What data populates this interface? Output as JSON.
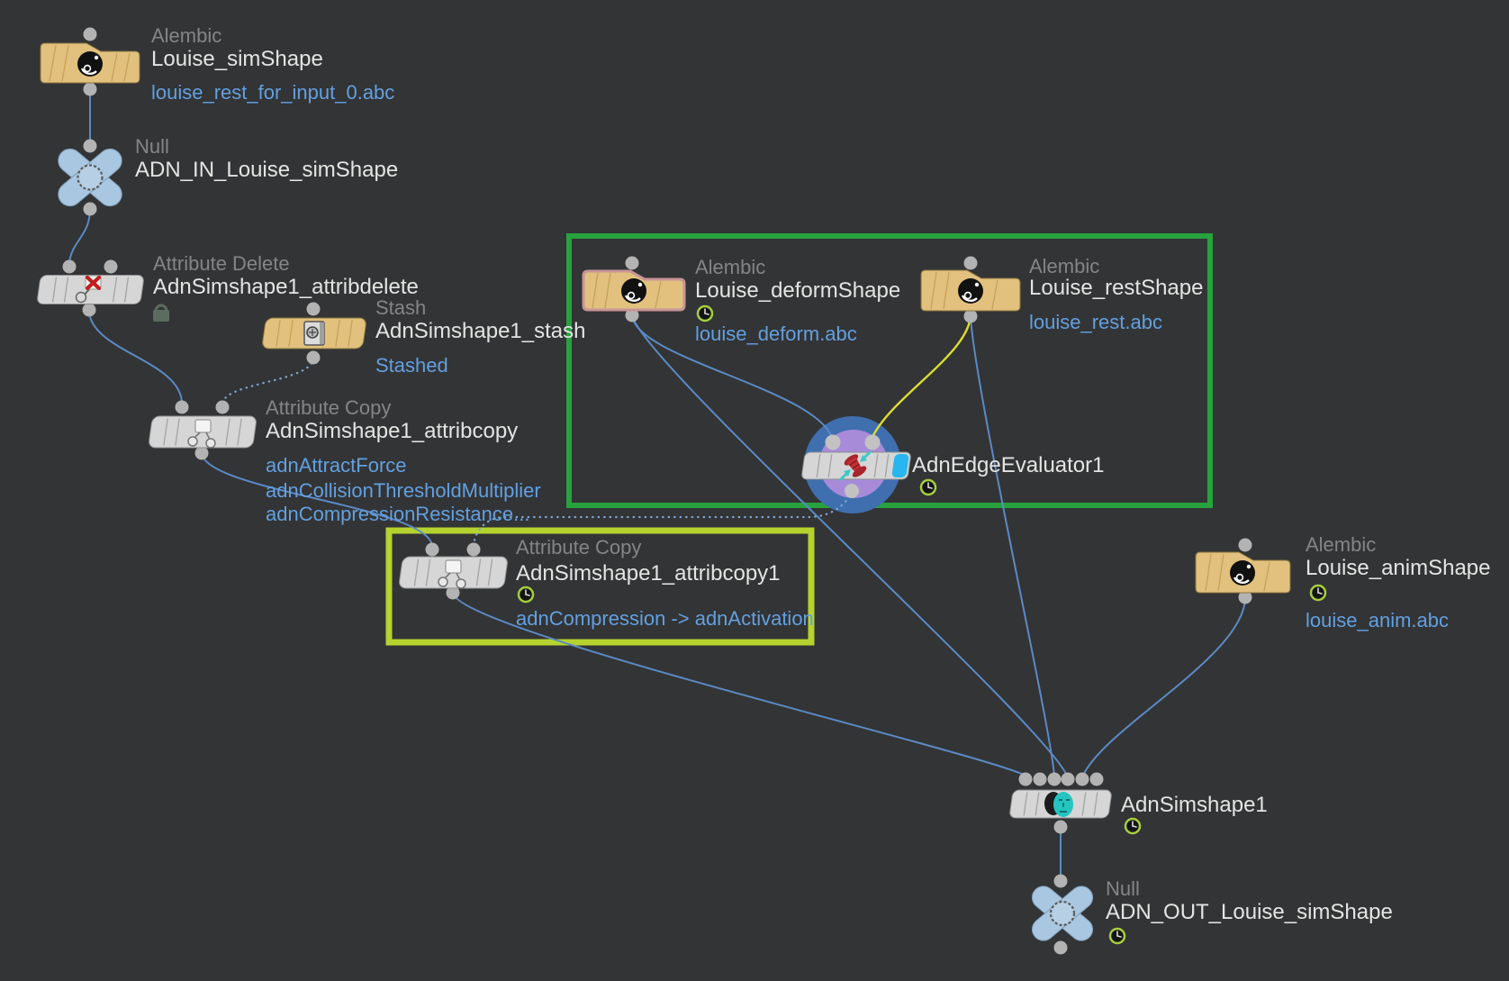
{
  "canvas": {
    "kind": "houdini-network-editor-graph"
  },
  "colors": {
    "background": "#333436",
    "wire_blue": "#5b8ac4",
    "wire_yellow": "#dede2e",
    "group_box_green": "#27a23e",
    "group_box_chartreuse": "#b6d22f",
    "alembic_tan": "#e2c17e",
    "node_gray": "#d6d6d6",
    "null_blue": "#a9c7e0",
    "selection_halo_outer": "#3f6fae",
    "selection_halo_inner": "#a78bd9",
    "display_flag_cyan": "#29b5ef",
    "deform_outline_pink": "#c79598",
    "badge_green": "#a6ce3f",
    "label_gray": "#858585",
    "label_white": "#e4e4e2",
    "label_blue": "#62a0e0"
  },
  "icons": {
    "alembic_icon": "black circle with white swirl",
    "null_icon": "crossed bandage X with dashed circle",
    "attrib_delete_icon": "red X over node card",
    "attrib_copy_icon": "card with two linked nodes",
    "stash_icon": "safe box",
    "edge_evaluator_icon": "red spool with teal compress arrows",
    "simshape_icon": "dark and teal face masks",
    "clock_badge_icon": "time-dependent clock",
    "lock_icon": "padlock"
  },
  "nodes": {
    "sim_shape": {
      "type_label": "Alembic",
      "name": "Louise_simShape",
      "file": "louise_rest_for_input_0.abc"
    },
    "adn_in": {
      "type_label": "Null",
      "name": "ADN_IN_Louise_simShape"
    },
    "attribdelete": {
      "type_label": "Attribute Delete",
      "name": "AdnSimshape1_attribdelete"
    },
    "stash": {
      "type_label": "Stash",
      "name": "AdnSimshape1_stash",
      "status": "Stashed"
    },
    "attribcopy": {
      "type_label": "Attribute Copy",
      "name": "AdnSimshape1_attribcopy",
      "attr_labels": [
        "adnAttractForce",
        "adnCollisionThresholdMultiplier",
        "adnCompressionResistance..."
      ]
    },
    "deform_shape": {
      "type_label": "Alembic",
      "name": "Louise_deformShape",
      "file": "louise_deform.abc"
    },
    "rest_shape": {
      "type_label": "Alembic",
      "name": "Louise_restShape",
      "file": "louise_rest.abc"
    },
    "edge_evaluator": {
      "name": "AdnEdgeEvaluator1"
    },
    "attribcopy1": {
      "type_label": "Attribute Copy",
      "name": "AdnSimshape1_attribcopy1",
      "mapping_label": "adnCompression -> adnActivation"
    },
    "anim_shape": {
      "type_label": "Alembic",
      "name": "Louise_animShape",
      "file": "louise_anim.abc"
    },
    "adn_simshape": {
      "name": "AdnSimshape1"
    },
    "adn_out": {
      "type_label": "Null",
      "name": "ADN_OUT_Louise_simShape"
    }
  }
}
